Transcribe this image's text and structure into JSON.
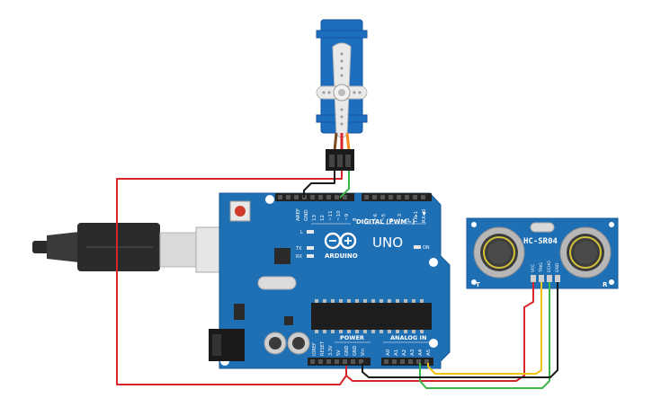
{
  "board": {
    "brand": "ARDUINO",
    "model": "UNO",
    "digital_header": "DIGITAL (PWM~)",
    "analog_header": "ANALOG IN",
    "power_header": "POWER",
    "on_label": "ON",
    "tx_label": "TX",
    "rx_label": "RX",
    "l_label": "L",
    "digital_pins": [
      "AREF",
      "GND",
      "13",
      "12",
      "~11",
      "~10",
      "~9",
      "8",
      "7",
      "~6",
      "~5",
      "4",
      "~3",
      "2",
      "TX▸1",
      "RX◀0"
    ],
    "power_pins": [
      "IOREF",
      "RESET",
      "3.3V",
      "5V",
      "GND",
      "GND",
      "Vin"
    ],
    "analog_pins": [
      "A0",
      "A1",
      "A2",
      "A3",
      "A4",
      "A5"
    ]
  },
  "sensor": {
    "model": "HC-SR04",
    "pins": [
      "VCC",
      "TRIG",
      "ECHO",
      "GND"
    ],
    "left_mark": "T",
    "right_mark": "R"
  },
  "colors": {
    "board_blue": "#1f6fb5",
    "wire_red": "#d7262b",
    "wire_black": "#1a1a1a",
    "wire_green": "#3cb54a",
    "wire_yellow": "#f2c40f",
    "servo_blue": "#1e6ec0"
  }
}
